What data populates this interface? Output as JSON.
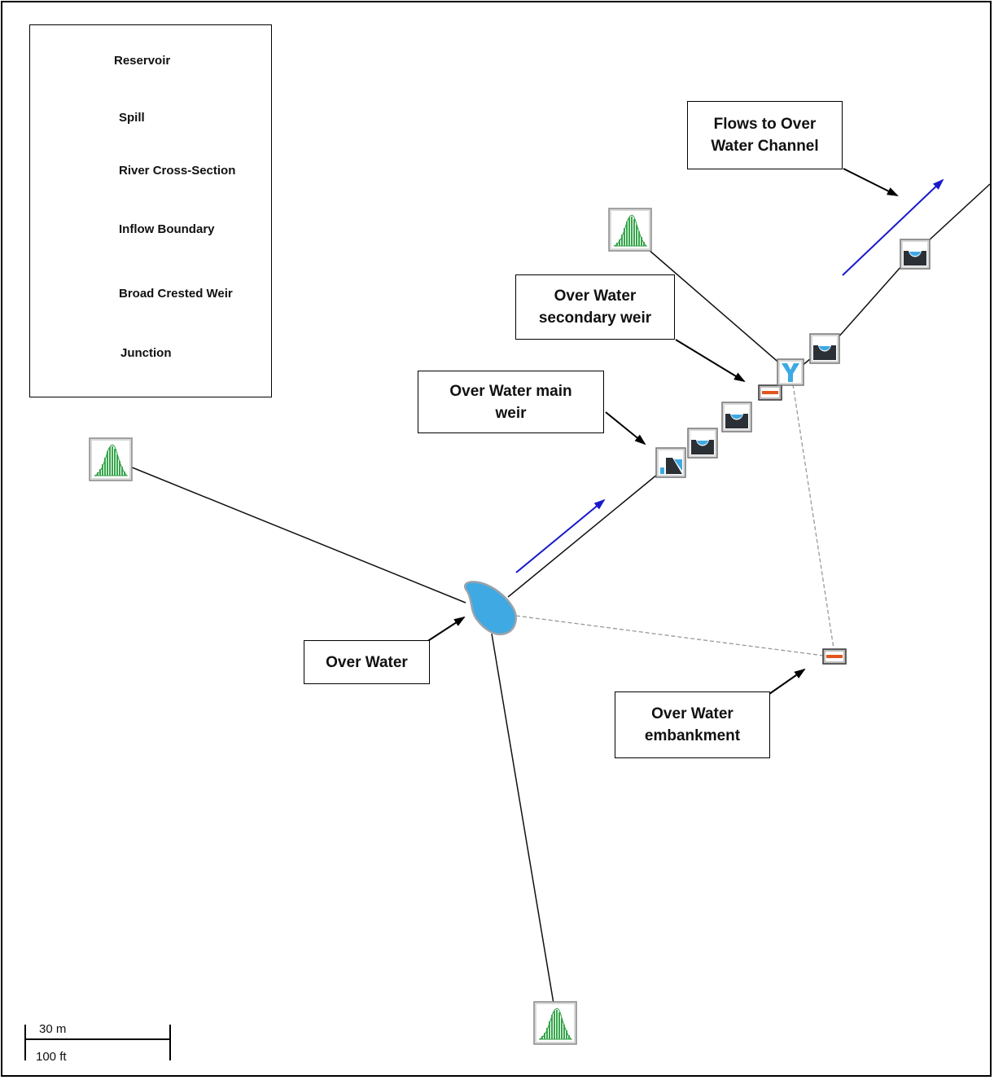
{
  "legend": {
    "items": [
      {
        "icon": "reservoir-icon",
        "label": "Reservoir"
      },
      {
        "icon": "spill-icon",
        "label": "Spill"
      },
      {
        "icon": "river-cross-section-icon",
        "label": "River Cross-Section"
      },
      {
        "icon": "inflow-boundary-icon",
        "label": "Inflow Boundary"
      },
      {
        "icon": "broad-crested-weir-icon",
        "label": "Broad Crested Weir"
      },
      {
        "icon": "junction-icon",
        "label": "Junction"
      }
    ]
  },
  "callouts": {
    "flows_to": "Flows to Over\nWater Channel",
    "secondary_weir": "Over Water\nsecondary weir",
    "main_weir": "Over Water main\nweir",
    "reservoir": "Over Water",
    "embankment": "Over Water\nembankment"
  },
  "scale": {
    "metric": "30 m",
    "imperial": "100 ft"
  },
  "colors": {
    "water": "#3ea9e2",
    "spill": "#e0561d",
    "flow_arrow": "#1a1acc",
    "inflow": "#35a64a"
  }
}
